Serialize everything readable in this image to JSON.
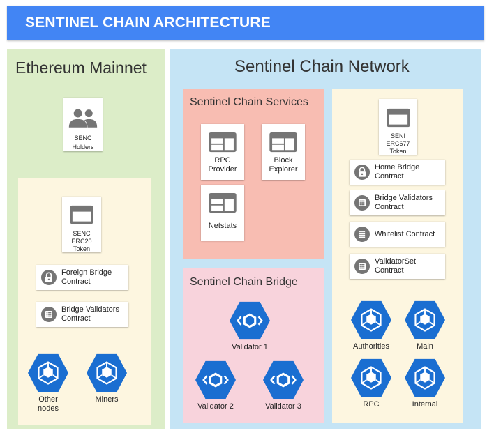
{
  "header": {
    "title": "SENTINEL CHAIN ARCHITECTURE"
  },
  "colors": {
    "header_bg": "#4285f4",
    "ethereum_bg": "#dcedc8",
    "sentinel_bg": "#c5e4f5",
    "services_bg": "#f8bdb2",
    "bridge_bg": "#f8d3dc",
    "contracts_bg": "#fdf6e0",
    "node_hex": "#1a6ed1",
    "icon_gray": "#757575"
  },
  "ethereum": {
    "title": "Ethereum Mainnet",
    "holders": {
      "label": "SENC Holders",
      "icon": "people-icon"
    },
    "token": {
      "label": "SENC ERC20\nToken",
      "icon": "card-icon"
    },
    "contracts": [
      {
        "label": "Foreign Bridge\nContract",
        "icon": "lock-icon"
      },
      {
        "label": "Bridge Validators\nContract",
        "icon": "list-icon"
      }
    ],
    "nodes": [
      {
        "label": "Other\nnodes",
        "icon": "cube-icon"
      },
      {
        "label": "Miners",
        "icon": "cube-icon"
      }
    ]
  },
  "sentinel": {
    "title": "Sentinel Chain Network",
    "services": {
      "title": "Sentinel Chain Services",
      "items": [
        {
          "label": "RPC\nProvider",
          "icon": "web-icon"
        },
        {
          "label": "Block\nExplorer",
          "icon": "web-icon"
        },
        {
          "label": "Netstats",
          "icon": "web-icon"
        }
      ]
    },
    "bridge": {
      "title": "Sentinel Chain Bridge",
      "validators": [
        {
          "label": "Validator 1",
          "icon": "hexagon-icon"
        },
        {
          "label": "Validator 2",
          "icon": "hexagon-icon"
        },
        {
          "label": "Validator 3",
          "icon": "hexagon-icon"
        }
      ]
    },
    "contracts_panel": {
      "token": {
        "label": "SENI ERC677\nToken",
        "icon": "card-icon"
      },
      "contracts": [
        {
          "label": "Home Bridge\nContract",
          "icon": "lock-icon"
        },
        {
          "label": "Bridge Validators\nContract",
          "icon": "list-icon"
        },
        {
          "label": "Whitelist Contract",
          "icon": "stack-icon"
        },
        {
          "label": "ValidatorSet\nContract",
          "icon": "list-icon"
        }
      ],
      "nodes": [
        {
          "label": "Authorities",
          "icon": "cube-icon"
        },
        {
          "label": "Main",
          "icon": "cube-icon"
        },
        {
          "label": "RPC",
          "icon": "cube-icon"
        },
        {
          "label": "Internal",
          "icon": "cube-icon"
        }
      ]
    }
  }
}
